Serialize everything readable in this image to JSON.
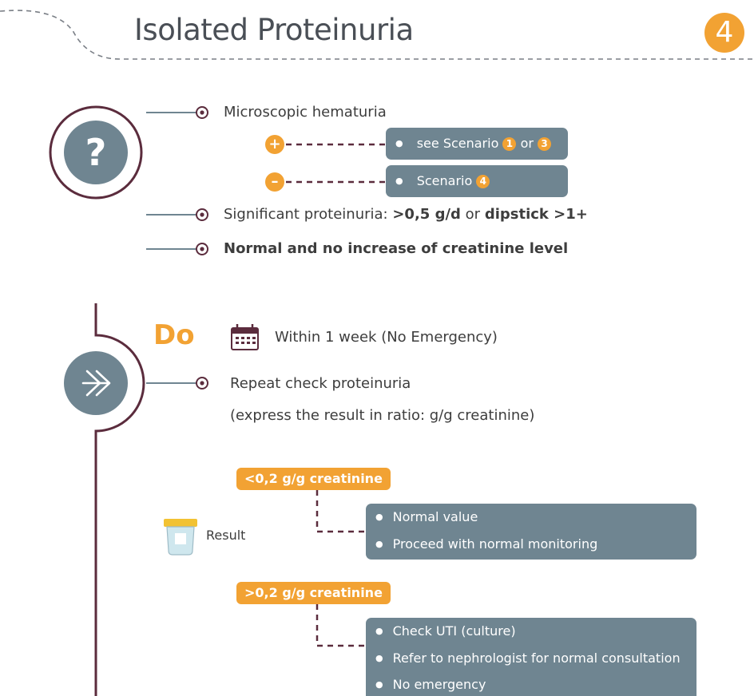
{
  "header": {
    "title": "Isolated Proteinuria",
    "step_number": "4"
  },
  "question_section": {
    "icon_glyph": "?",
    "items": [
      {
        "label": "Microscopic hematuria"
      },
      {
        "prefix": "Significant proteinuria:",
        "value1": ">0,5 g/d",
        "connector": "or",
        "value2": "dipstick >1+"
      },
      {
        "label": "Normal and no increase of creatinine level"
      }
    ],
    "branches": [
      {
        "sign": "+",
        "text": "see Scenario",
        "badge1": "1",
        "joiner": "or",
        "badge2": "3"
      },
      {
        "sign": "–",
        "text": "Scenario",
        "badge1": "4"
      }
    ]
  },
  "do_section": {
    "label": "Do",
    "timing": "Within 1 week (No Emergency)",
    "action": "Repeat check proteinuria",
    "action_note": "(express the result in ratio: g/g creatinine)",
    "result_label": "Result",
    "outcomes": [
      {
        "threshold": "<0,2 g/g creatinine",
        "bullets": [
          "Normal value",
          "Proceed with normal monitoring"
        ]
      },
      {
        "threshold": ">0,2 g/g creatinine",
        "bullets": [
          "Check UTI (culture)",
          "Refer to nephrologist for normal consultation",
          "No emergency"
        ]
      }
    ]
  },
  "colors": {
    "accent": "#f2a233",
    "slate": "#6f8591",
    "frame": "#5b2c3d",
    "text": "#3d3d3d"
  },
  "icons": [
    "question-icon",
    "arrow-right-icon",
    "calendar-icon",
    "specimen-cup-icon"
  ]
}
